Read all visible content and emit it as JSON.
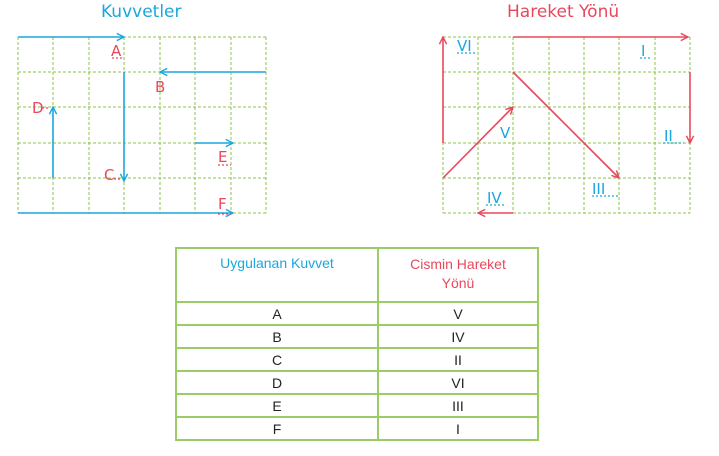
{
  "forces_panel": {
    "title": "Kuvvetler",
    "labels": {
      "A": "A",
      "B": "B",
      "C": "C",
      "D": "D",
      "E": "E",
      "F": "F"
    }
  },
  "motion_panel": {
    "title": "Hareket Yönü",
    "labels": {
      "I": "I",
      "II": "II",
      "III": "III",
      "IV": "IV",
      "V": "V",
      "VI": "VI"
    }
  },
  "table": {
    "header_left": "Uygulanan Kuvvet",
    "header_right_line1": "Cismin Hareket",
    "header_right_line2": "Yönü",
    "rows": [
      {
        "force": "A",
        "direction": "V"
      },
      {
        "force": "B",
        "direction": "IV"
      },
      {
        "force": "C",
        "direction": "II"
      },
      {
        "force": "D",
        "direction": "VI"
      },
      {
        "force": "E",
        "direction": "III"
      },
      {
        "force": "F",
        "direction": "I"
      }
    ]
  },
  "colors": {
    "grid": "#8bc34a",
    "force_arrow": "#1aa7dd",
    "force_label": "#e8485c",
    "motion_arrow": "#e8485c",
    "motion_label": "#1aa7dd",
    "table_border": "#9ccc65"
  }
}
